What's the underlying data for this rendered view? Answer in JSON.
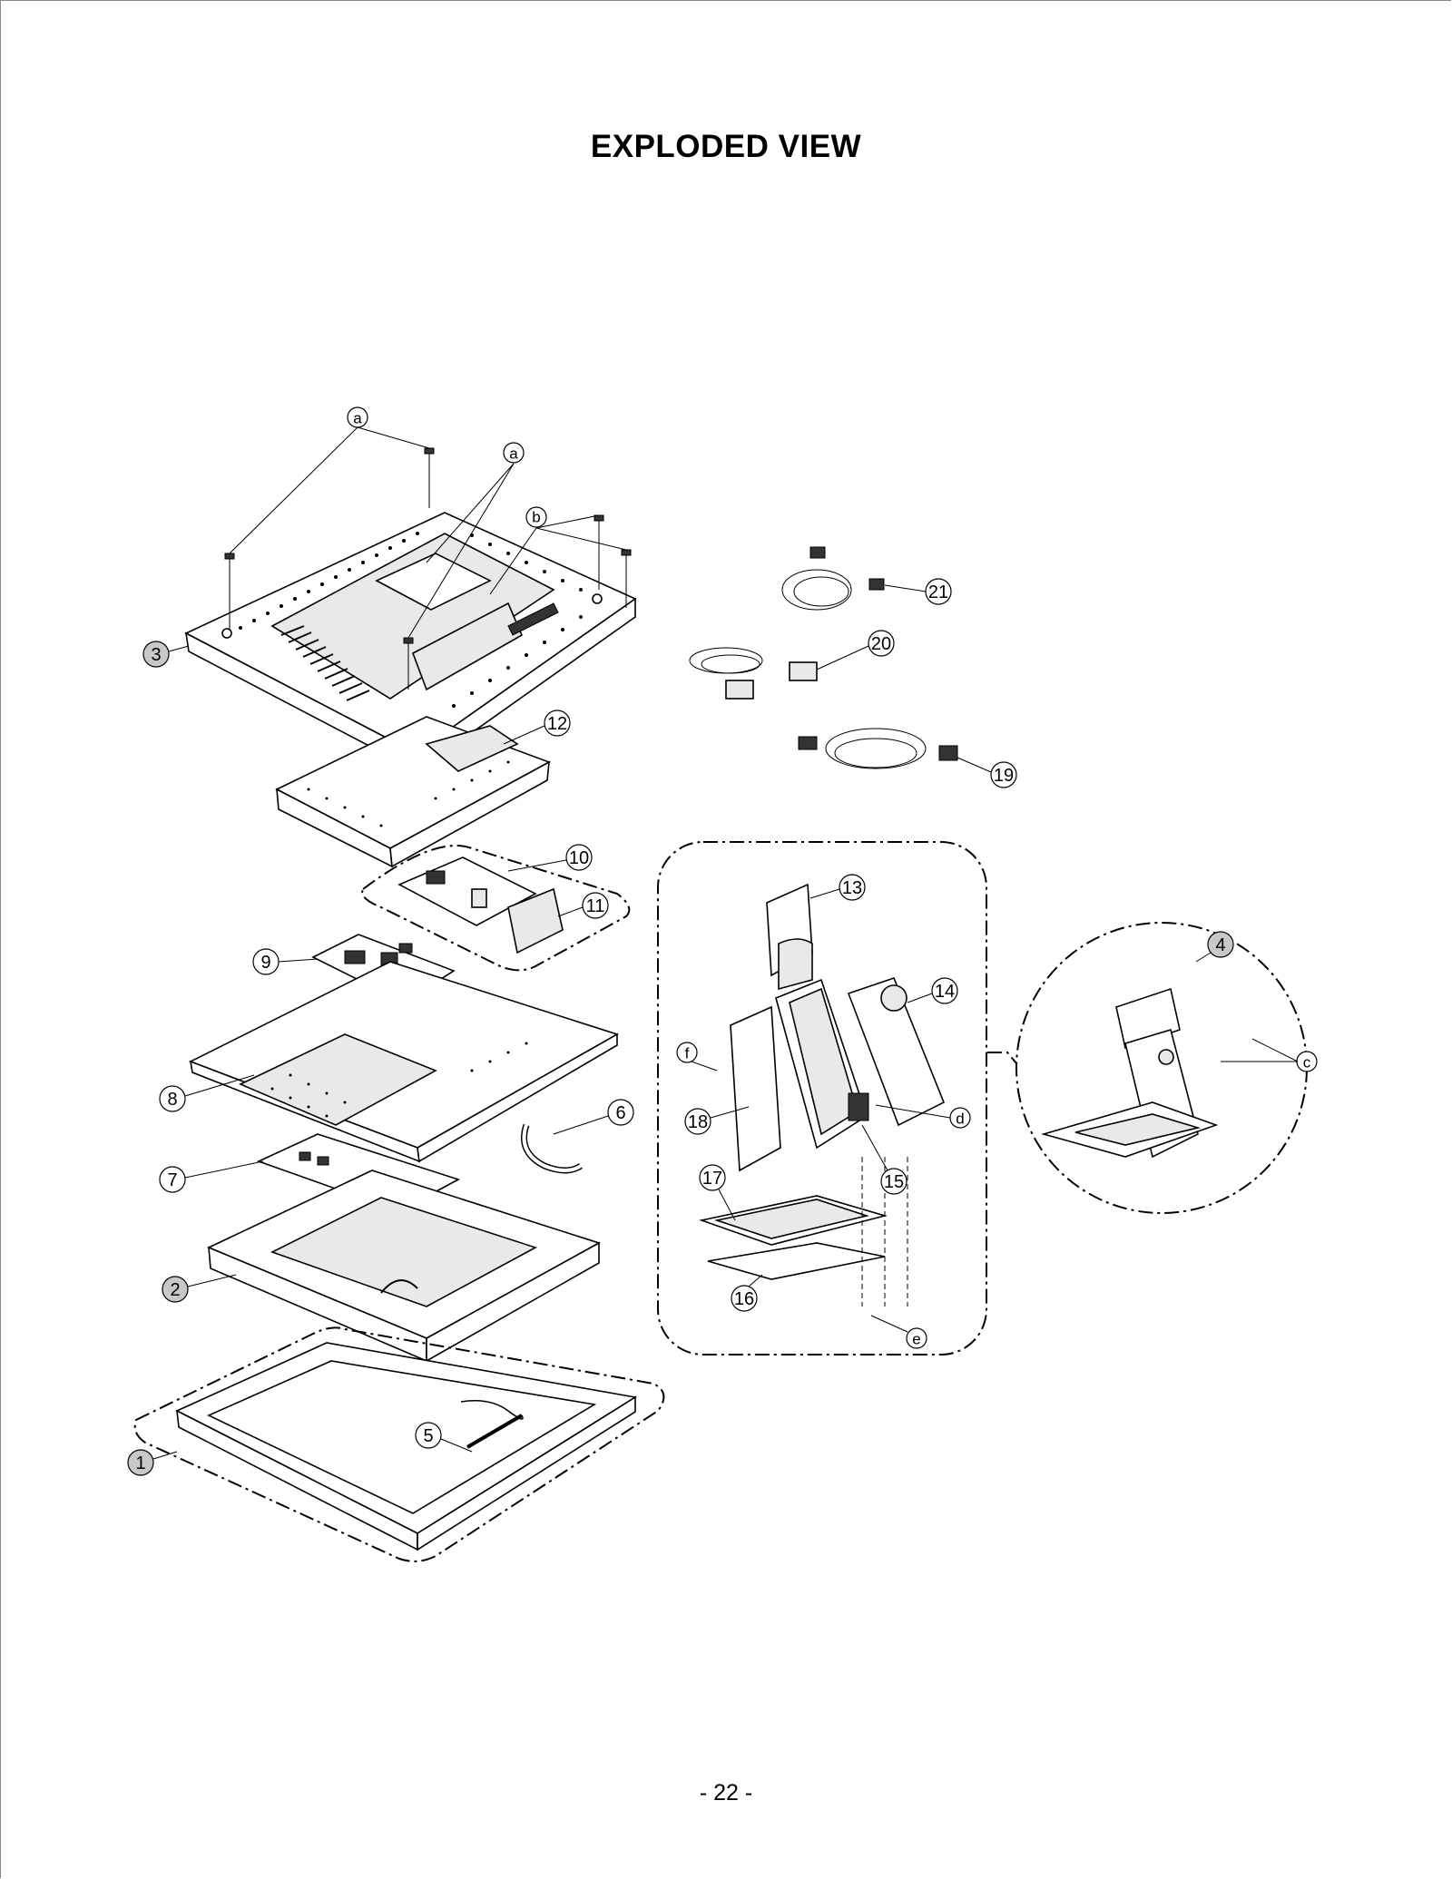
{
  "page": {
    "title": "EXPLODED VIEW",
    "page_number": "- 22 -"
  },
  "callouts": {
    "p1": "1",
    "p2": "2",
    "p3": "3",
    "p4": "4",
    "p5": "5",
    "p6": "6",
    "p7": "7",
    "p8": "8",
    "p9": "9",
    "p10": "10",
    "p11": "11",
    "p12": "12",
    "p13": "13",
    "p14": "14",
    "p15": "15",
    "p16": "16",
    "p17": "17",
    "p18": "18",
    "p19": "19",
    "p20": "20",
    "p21": "21",
    "screw_a": "a",
    "screw_b": "b",
    "screw_c": "c",
    "screw_d": "d",
    "screw_e": "e",
    "screw_f": "f"
  }
}
